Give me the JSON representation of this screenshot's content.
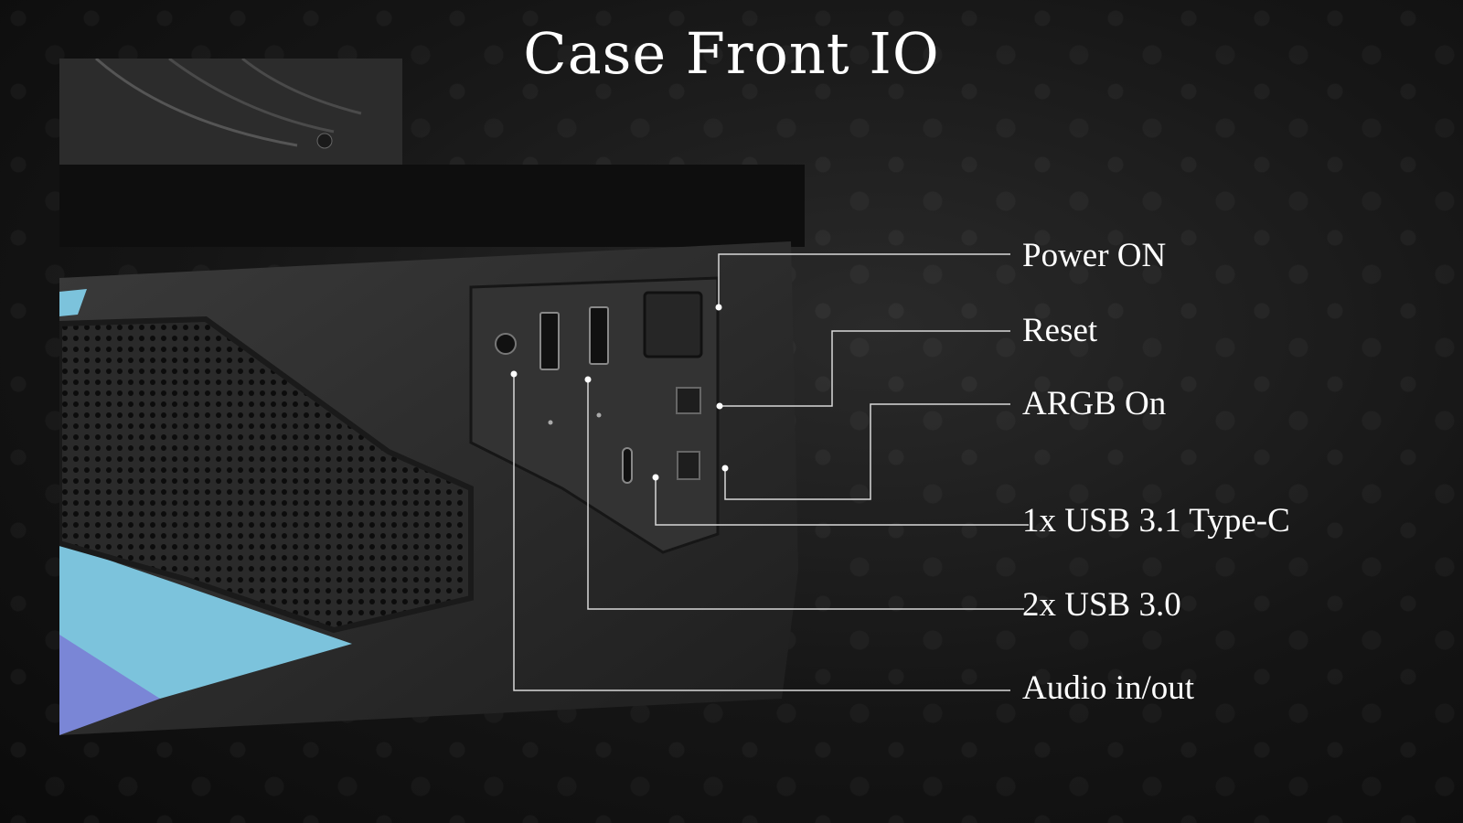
{
  "slide": {
    "title": "Case Front IO"
  },
  "callouts": [
    {
      "id": "power",
      "label": "Power ON"
    },
    {
      "id": "reset",
      "label": "Reset"
    },
    {
      "id": "argb",
      "label": "ARGB On"
    },
    {
      "id": "usbc",
      "label": "1x USB 3.1 Type-C"
    },
    {
      "id": "usb3",
      "label": "2x USB 3.0"
    },
    {
      "id": "audio",
      "label": "Audio in/out"
    }
  ],
  "colors": {
    "background": "#151515",
    "text": "#ffffff",
    "leader_line": "#d8d8d8",
    "case_body": "#2b2b2b",
    "accent_light_blue": "#7cc3dc",
    "accent_purple": "#7a86d6"
  },
  "icons": [
    "case-front-photo",
    "fan-icon",
    "mesh-panel",
    "audio-jack-icon",
    "usb-a-port-icon",
    "usb-c-port-icon",
    "power-button-icon",
    "reset-button-icon",
    "argb-button-icon"
  ]
}
